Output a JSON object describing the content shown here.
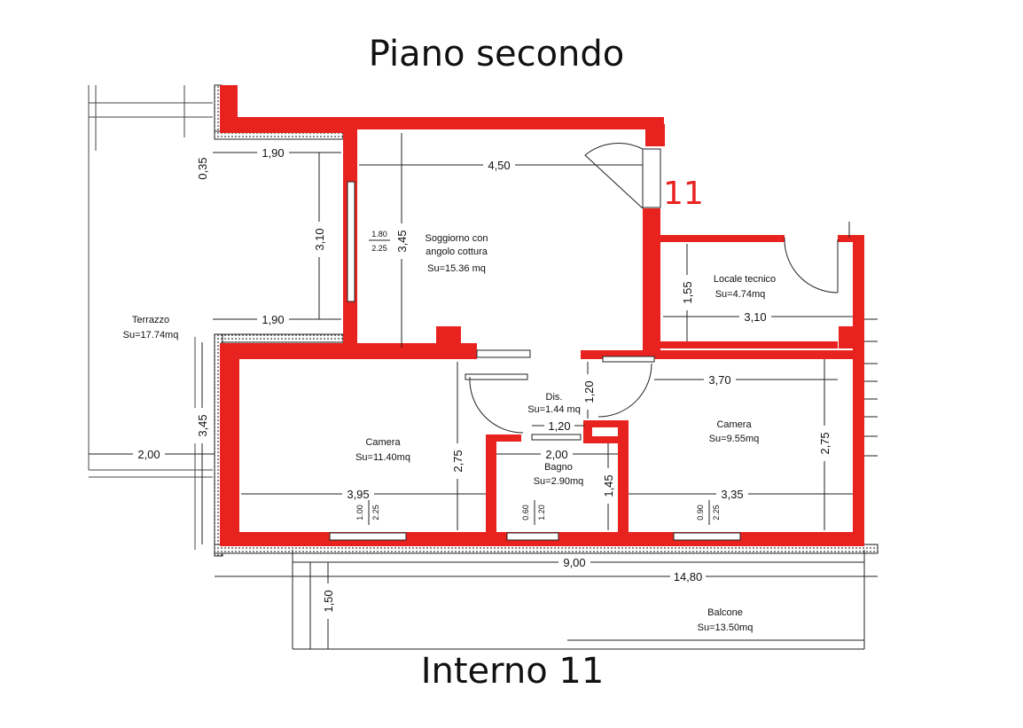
{
  "header": {
    "title": "Piano secondo"
  },
  "footer": {
    "title": "Interno 11"
  },
  "unit": {
    "number": "11",
    "color": "#e8231f"
  },
  "rooms": [
    {
      "id": "soggiorno",
      "line1": "Soggiorno con",
      "line2": "angolo cottura",
      "area": "Su=15.36 mq"
    },
    {
      "id": "locale-tecnico",
      "line1": "Locale tecnico",
      "area": "Su=4.74mq"
    },
    {
      "id": "terrazzo",
      "line1": "Terrazzo",
      "area": "Su=17.74mq"
    },
    {
      "id": "camera-left",
      "line1": "Camera",
      "area": "Su=11.40mq"
    },
    {
      "id": "disimpegno",
      "line1": "Dis.",
      "area": "Su=1.44 mq"
    },
    {
      "id": "camera-right",
      "line1": "Camera",
      "area": "Su=9.55mq"
    },
    {
      "id": "bagno",
      "line1": "Bagno",
      "area": "Su=2.90mq"
    },
    {
      "id": "balcone",
      "line1": "Balcone",
      "area": "Su=13.50mq"
    }
  ],
  "dimensions": {
    "terrace_top": "1,90",
    "terrace_mid": "1,90",
    "terrace_gap": "0,35",
    "terrace_height": "3,10",
    "terrace_width": "2,00",
    "terrace_left_height": "3,45",
    "living_width": "4,50",
    "living_height": "3,45",
    "living_window_w": "1.80",
    "living_window_h": "2.25",
    "tech_height": "1,55",
    "tech_width": "3,10",
    "camera_right_width": "3,70",
    "dis_height": "1,20",
    "dis_width": "1,20",
    "camera_left_height": "2,75",
    "camera_right_height": "2,75",
    "bagno_width": "2,00",
    "bagno_height": "1,45",
    "camera_left_width": "3,95",
    "camera_right_width2": "3,35",
    "win1_w": "1.00",
    "win1_h": "2.25",
    "win2_w": "0.60",
    "win2_h": "1.20",
    "win3_w": "0.90",
    "win3_h": "2.25",
    "total_9": "9,00",
    "total_1480": "14,80",
    "balcony_depth": "1,50"
  }
}
